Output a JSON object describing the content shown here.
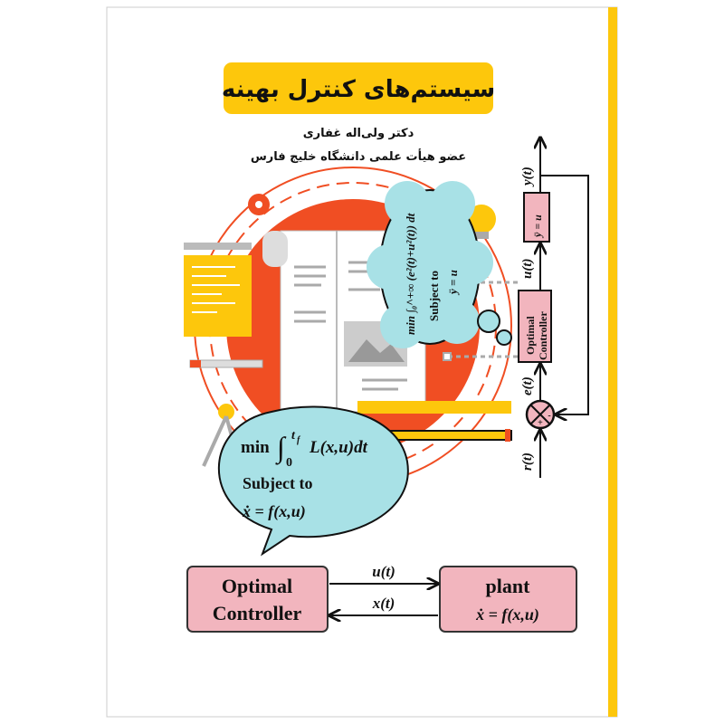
{
  "cover": {
    "title": "سیستم‌های کنترل بهینه",
    "author": "دکتر ولی‌اله غفاری",
    "affiliation": "عضو هیأت علمی دانشگاه خلیج فارس"
  },
  "colors": {
    "title_bg": "#FDC70C",
    "spine": "#FDC70C",
    "circle": "#F04E23",
    "bubble": "#A8E1E6",
    "block": "#F2B5BE"
  },
  "speech_bubble": {
    "line1_min": "min",
    "line1_integral": "∫",
    "line1_lower": "0",
    "line1_upper": "t",
    "line1_upper_sub": "f",
    "line1_integrand": "L(x,u)dt",
    "line2": "Subject to",
    "line3": "ẋ = f(x,u)"
  },
  "thought_cloud": {
    "line1": "min ∫₀^+∞ (e²(t)+u²(t)) dt",
    "line2": "Subject to",
    "line3": "ÿ = u"
  },
  "bottom_diagram": {
    "controller_line1": "Optimal",
    "controller_line2": "Controller",
    "plant_title": "plant",
    "plant_eq": "ẋ = f(x,u)",
    "signal_forward": "u(t)",
    "signal_back": "x(t)"
  },
  "side_diagram": {
    "output": "y(t)",
    "plant": "ÿ = u",
    "control": "u(t)",
    "controller_line1": "Optimal",
    "controller_line2": "Controller",
    "error": "e(t)",
    "reference": "r(t)",
    "plus": "+",
    "minus": "-"
  }
}
